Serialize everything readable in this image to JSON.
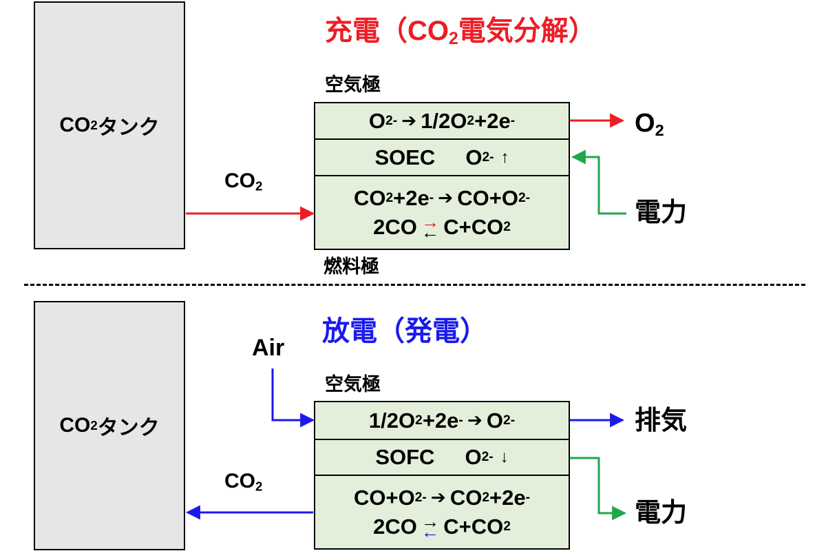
{
  "colors": {
    "charge": "#ee1c25",
    "discharge": "#1a1aee",
    "power": "#22a64b",
    "cell_fill": "#e3efda",
    "tank_fill": "#e6e6e6"
  },
  "charge": {
    "title_a": "充電（CO",
    "title_sub": "2",
    "title_b": "電気分解）",
    "tank": {
      "a": "CO",
      "sub": "2",
      "b": " タンク"
    },
    "co2_label": {
      "a": "CO",
      "sub": "2"
    },
    "air_electrode": "空気極",
    "fuel_electrode": "燃料極",
    "cell": {
      "row1": {
        "a": "O",
        "sup1": "2-",
        "b": "1/2O",
        "sub1": "2",
        "c": "+2e",
        "sup2": "-"
      },
      "row2": {
        "name": "SOEC",
        "ion": "O",
        "sup": "2-",
        "arrow": "↑"
      },
      "row3a": {
        "a": "CO",
        "sub1": "2",
        "b": "+2e",
        "sup1": "-",
        "c": "CO+O",
        "sup2": "2-"
      },
      "row3b": {
        "a": "2CO",
        "b": "C+CO",
        "sub1": "2"
      }
    },
    "o2_out": {
      "a": "O",
      "sub": "2"
    },
    "power": "電力"
  },
  "discharge": {
    "title": "放電（発電）",
    "tank": {
      "a": "CO",
      "sub": "2",
      "b": " タンク"
    },
    "air_in": "Air",
    "air_electrode": "空気極",
    "co2_label": {
      "a": "CO",
      "sub": "2"
    },
    "cell": {
      "row1": {
        "a": "1/2O",
        "sub1": "2",
        "b": "+2e",
        "sup1": "-",
        "c": "O",
        "sup2": "2-"
      },
      "row2": {
        "name": "SOFC",
        "ion": "O",
        "sup": "2-",
        "arrow": "↓"
      },
      "row3a": {
        "a": "CO+O",
        "sup1": "2-",
        "b": "CO",
        "sub1": "2",
        "c": "+2e",
        "sup2": "-"
      },
      "row3b": {
        "a": "2CO",
        "b": "C+CO",
        "sub1": "2"
      }
    },
    "exhaust": "排気",
    "power": "電力"
  }
}
